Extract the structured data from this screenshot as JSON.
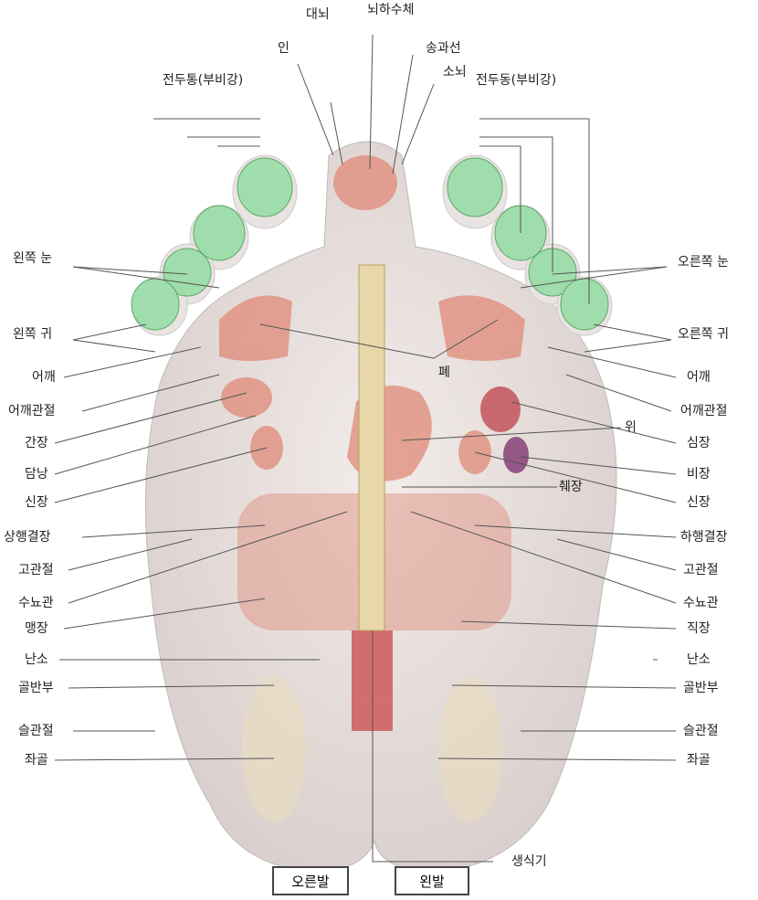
{
  "top_labels": {
    "cerebrum": "대뇌",
    "pituitary": "뇌하수체",
    "throat": "인",
    "pineal": "송과선",
    "cerebellum": "소뇌",
    "sinus_left": "전두통(부비강)",
    "sinus_right": "전두동(부비강)"
  },
  "left_labels": [
    "왼쪽 눈",
    "왼쪽 귀",
    "어깨",
    "어깨관절",
    "간장",
    "담낭",
    "신장",
    "상행결장",
    "고관절",
    "수뇨관",
    "맹장",
    "난소",
    "골반부",
    "슬관절",
    "좌골"
  ],
  "right_labels": [
    "오른쪽 눈",
    "오른쪽 귀",
    "어깨",
    "어깨관절",
    "심장",
    "비장",
    "신장",
    "하행결장",
    "고관절",
    "수뇨관",
    "직장",
    "난소",
    "골반부",
    "슬관절",
    "좌골"
  ],
  "center_labels": {
    "lung": "폐",
    "stomach": "위",
    "pancreas": "췌장",
    "genitals": "생식기"
  },
  "buttons": {
    "right_foot": "오른발",
    "left_foot": "왼발"
  }
}
